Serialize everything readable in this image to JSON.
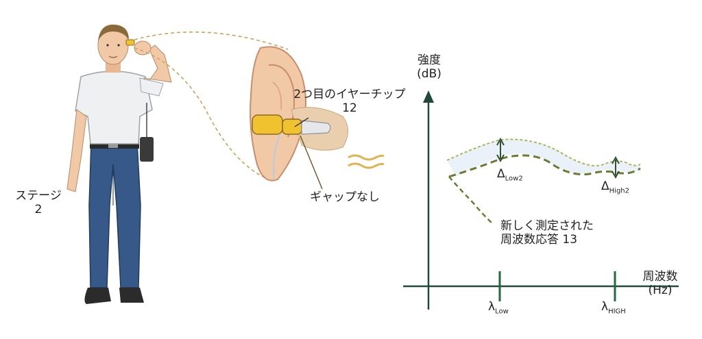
{
  "stage_label": {
    "line1": "ステージ",
    "line2": "2"
  },
  "eartip_label": {
    "line1": "2つ目のイヤーチップ",
    "line2": "12"
  },
  "gap_label": "ギャップなし",
  "graph": {
    "y_axis_label": {
      "line1": "強度",
      "line2": "(dB)"
    },
    "x_axis_label": {
      "line1": "周波数",
      "line2": "(Hz)"
    },
    "response_label": {
      "line1": "新しく測定された",
      "line2": "周波数応答 13"
    },
    "delta_low": {
      "symbol": "Δ",
      "sub": "Low2"
    },
    "delta_high": {
      "symbol": "Δ",
      "sub": "High2"
    },
    "lambda_low": {
      "symbol": "λ",
      "sub": "Low"
    },
    "lambda_high": {
      "symbol": "λ",
      "sub": "HIGH"
    }
  },
  "colors": {
    "axis": "#1f4a3a",
    "curve_measured": "#6b7a32",
    "curve_reference": "#a9b65a",
    "skin": "#f2c9a6",
    "shirt": "#eef0f2",
    "jeans": "#36598a",
    "eartip": "#f0c230",
    "dashed_link": "#c8a45a"
  }
}
